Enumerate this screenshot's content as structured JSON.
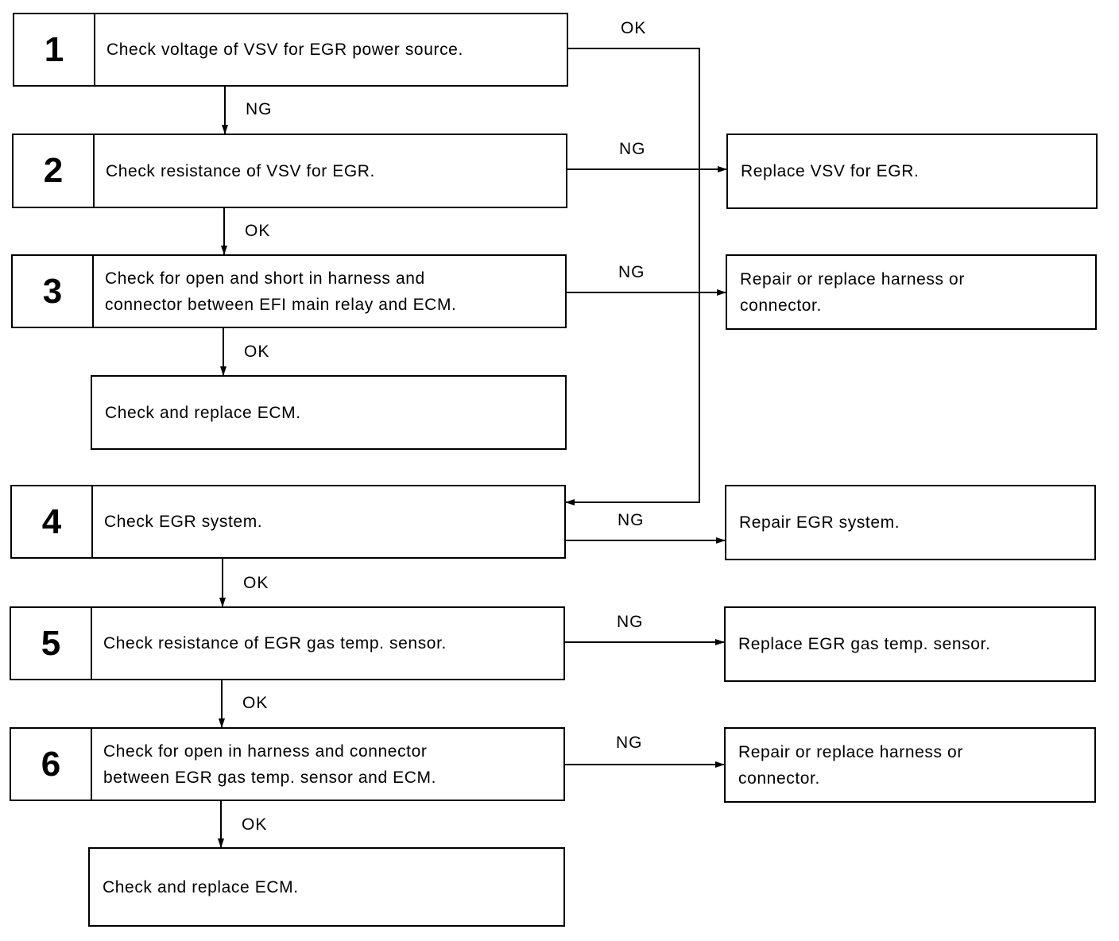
{
  "steps": [
    {
      "number": "1",
      "text": "Check voltage of VSV for EGR power source."
    },
    {
      "number": "2",
      "text": "Check resistance of VSV for EGR."
    },
    {
      "number": "3",
      "text": "Check for open and short in harness and\nconnector between EFI main relay and ECM."
    },
    {
      "number": "4",
      "text": "Check EGR system."
    },
    {
      "number": "5",
      "text": "Check resistance of EGR gas temp. sensor."
    },
    {
      "number": "6",
      "text": "Check for open in harness and connector\nbetween EGR gas temp. sensor and ECM."
    }
  ],
  "ecm_boxes": [
    {
      "text": "Check and replace ECM."
    },
    {
      "text": "Check and replace ECM."
    }
  ],
  "results": [
    {
      "text": "Replace VSV for EGR."
    },
    {
      "text": "Repair or replace harness or\nconnector."
    },
    {
      "text": "Repair EGR system."
    },
    {
      "text": "Replace EGR gas temp. sensor."
    },
    {
      "text": "Repair or replace harness or\nconnector."
    }
  ],
  "labels": {
    "s1_ok": "OK",
    "s1_ng": "NG",
    "s2_ng": "NG",
    "s2_ok": "OK",
    "s3_ng": "NG",
    "s3_ok": "OK",
    "s4_ng": "NG",
    "s4_ok": "OK",
    "s5_ng": "NG",
    "s5_ok": "OK",
    "s6_ng": "NG",
    "s6_ok": "OK"
  }
}
